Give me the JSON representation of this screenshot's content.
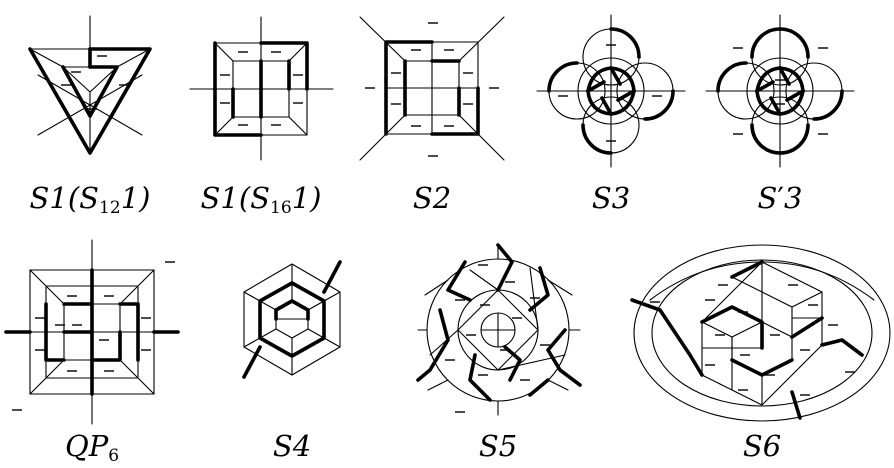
{
  "figures": [
    {
      "id": "s1a",
      "main": "S1(S",
      "sub": "12",
      "tail": "1)"
    },
    {
      "id": "s1b",
      "main": "S1(S",
      "sub": "16",
      "tail": "1)"
    },
    {
      "id": "s2",
      "main": "S2"
    },
    {
      "id": "s3",
      "main": "S3"
    },
    {
      "id": "sp3",
      "pre": "S",
      "prime": "′",
      "main": "3"
    },
    {
      "id": "qp6",
      "main": "QP",
      "sub": "6"
    },
    {
      "id": "s4",
      "main": "S4"
    },
    {
      "id": "s5",
      "main": "S5"
    },
    {
      "id": "s6",
      "main": "S6"
    }
  ],
  "sign_marker": "–"
}
